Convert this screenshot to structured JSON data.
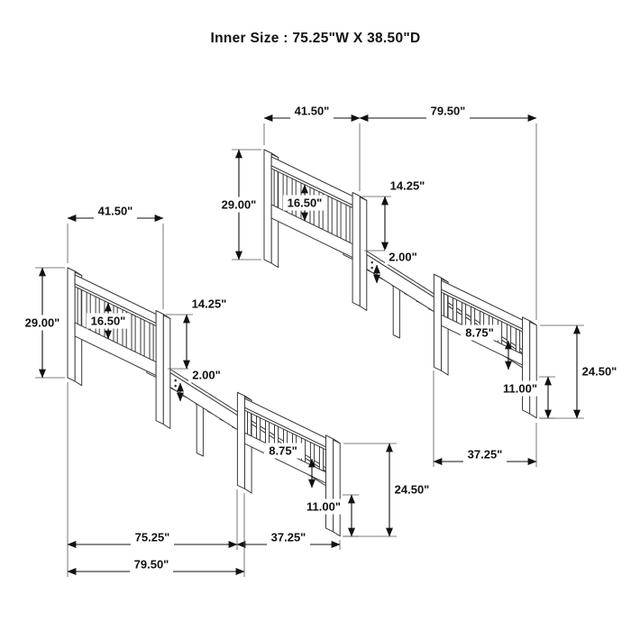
{
  "title": "Inner Size : 75.25\"W X  38.50\"D",
  "dimensions": {
    "headboard_width": "41.50\"",
    "total_length": "79.50\"",
    "headboard_top_section": "14.25\"",
    "headboard_slat_height": "16.50\"",
    "headboard_height": "29.00\"",
    "slat_thickness": "2.00\"",
    "footboard_height": "24.50\"",
    "rail_depth": "8.75\"",
    "footboard_leg_height": "11.00\"",
    "inner_length": "75.25\"",
    "footboard_width_span": "37.25\""
  }
}
